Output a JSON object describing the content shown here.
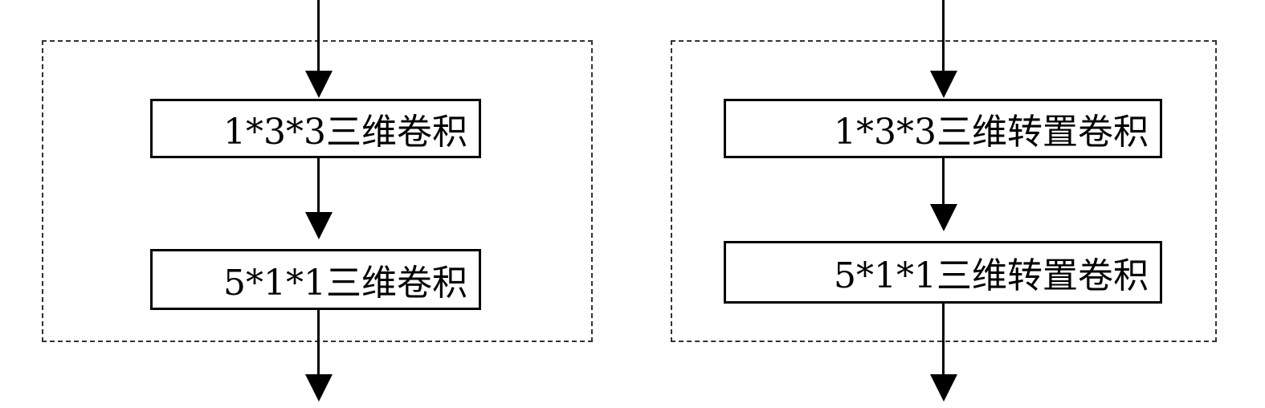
{
  "left_block": {
    "box1_label": "1*3*3三维卷积",
    "box2_label": "5*1*1三维卷积"
  },
  "right_block": {
    "box1_label": "1*3*3三维转置卷积",
    "box2_label": "5*1*1三维转置卷积"
  }
}
